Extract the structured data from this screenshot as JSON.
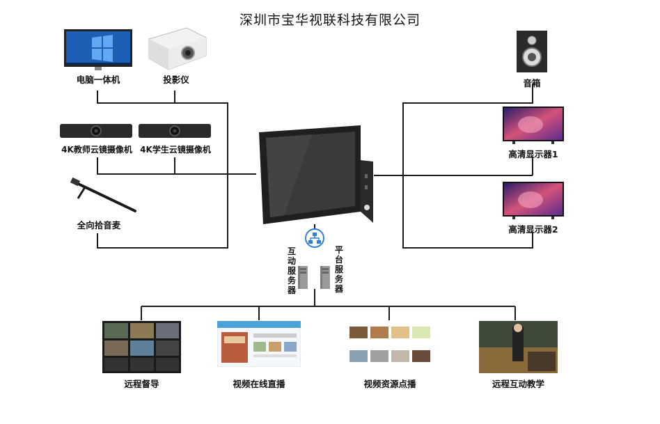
{
  "title": "深圳市宝华视联科技有限公司",
  "devices": {
    "computer": "电脑一体机",
    "projector": "投影仪",
    "teacher_camera": "4K教师云镜摄像机",
    "student_camera": "4K学生云镜摄像机",
    "microphone": "全向拾音麦",
    "speaker": "音箱",
    "display1": "高清显示器1",
    "display2": "高清显示器2",
    "interactive_server": "互动服务器",
    "platform_server": "平台服务器"
  },
  "apps": [
    {
      "label": "远程督导"
    },
    {
      "label": "视频在线直播"
    },
    {
      "label": "视频资源点播"
    },
    {
      "label": "远程互动教学"
    }
  ],
  "colors": {
    "line": "#1a1a1a",
    "network_blue": "#2f7fd6",
    "panel_dark": "#2b2b2b"
  },
  "icons": [
    "computer-icon",
    "projector-icon",
    "camera-icon",
    "microphone-icon",
    "speaker-icon",
    "display-icon",
    "terminal-icon",
    "network-icon",
    "server-icon"
  ]
}
